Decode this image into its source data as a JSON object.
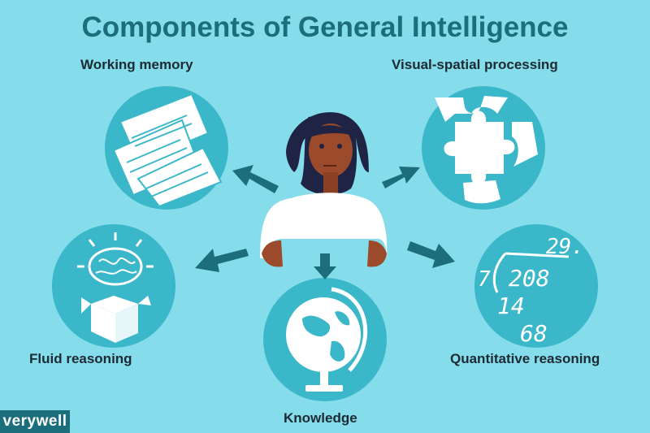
{
  "title": "Components of General Intelligence",
  "components": {
    "working_memory": "Working memory",
    "visual_spatial": "Visual-spatial processing",
    "fluid_reasoning": "Fluid reasoning",
    "knowledge": "Knowledge",
    "quantitative": "Quantitative reasoning"
  },
  "math_figures": {
    "top": "29.",
    "divisor": "7",
    "dividend": "208",
    "line2": "14",
    "line3": "68"
  },
  "brand": "verywell",
  "colors": {
    "background": "#85dcea",
    "circle": "#3bb7ca",
    "arrow": "#1d6e7c",
    "title": "#1d6e7c"
  }
}
